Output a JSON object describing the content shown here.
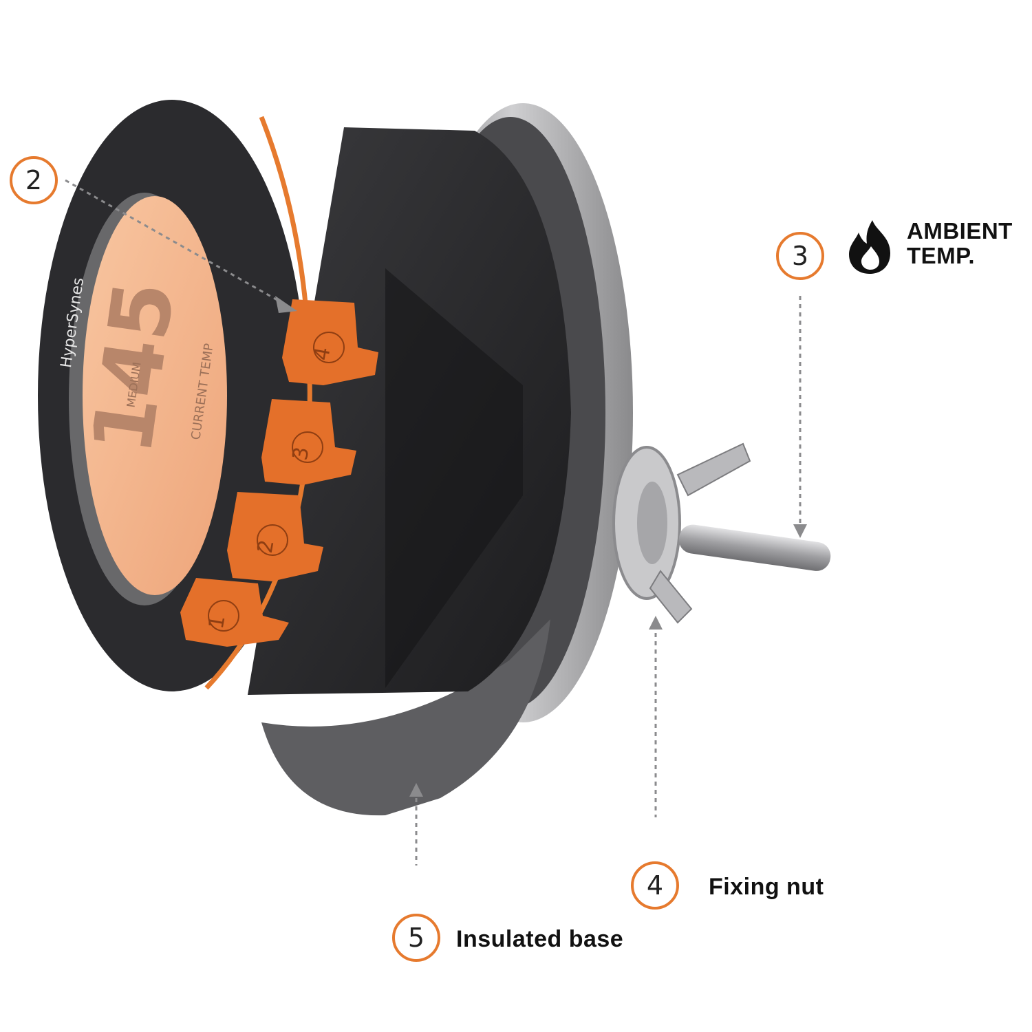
{
  "callouts": [
    {
      "number": "2",
      "label": ""
    },
    {
      "number": "3",
      "label_lines": [
        "AMBIENT",
        "TEMP."
      ],
      "icon": "flame-icon"
    },
    {
      "number": "4",
      "label": "Fixing nut"
    },
    {
      "number": "5",
      "label": "Insulated base"
    }
  ],
  "device": {
    "brand": "HyperSynes",
    "display_value": "145",
    "display_text": [
      "MEDIUM",
      "CURRENT TEMP"
    ],
    "probe_ports": [
      "1",
      "2",
      "3",
      "4"
    ]
  },
  "colors": {
    "accent": "#e67a2e",
    "housing": "#2a2a2c",
    "metal": "#a9a9ab",
    "screen": "#f3b98f"
  }
}
